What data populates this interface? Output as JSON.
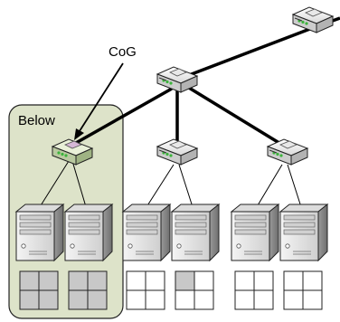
{
  "labels": {
    "cog": "CoG",
    "group": "Below"
  },
  "colors": {
    "group_fill": "#dde3c9",
    "group_stroke": "#222222",
    "link": "#000000",
    "switch_top": "#f2f2f2",
    "switch_side": "#c8c8c8",
    "switch_led": "#3cb43c",
    "server_front": "#e6e6e6",
    "server_side": "#8c8c8c",
    "cell_highlight": "#c8c8c8",
    "cell_plain": "#ffffff"
  },
  "nodes": {
    "switches": [
      "core-switch",
      "aggregation-switch",
      "edge-switch-1",
      "edge-switch-2",
      "edge-switch-3"
    ],
    "server_racks": 3,
    "servers_per_rack": 2,
    "cells_per_server": 4,
    "highlighted_server_cells": [
      0,
      1,
      3
    ]
  }
}
